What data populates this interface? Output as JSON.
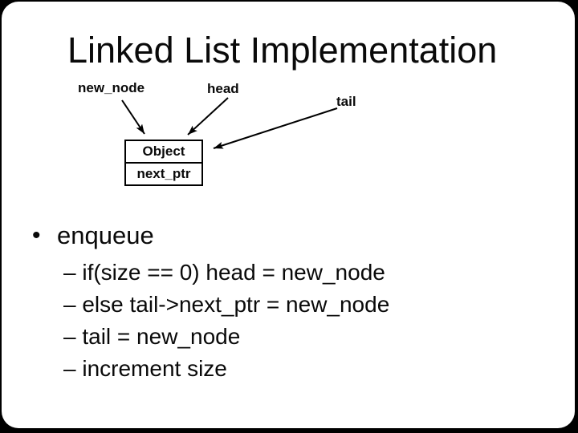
{
  "slide": {
    "title": "Linked List Implementation"
  },
  "diagram": {
    "labels": {
      "new_node": "new_node",
      "head": "head",
      "tail": "tail"
    },
    "node": {
      "field_top": "Object",
      "field_bottom": "next_ptr"
    }
  },
  "enqueue": {
    "bullet": "•",
    "heading": "enqueue",
    "steps": [
      "– if(size == 0) head = new_node",
      "– else tail->next_ptr = new_node",
      "– tail = new_node",
      "– increment size"
    ]
  },
  "colors": {
    "frame": "#000000",
    "slide_background": "#ffffff",
    "ink": "#000000"
  }
}
